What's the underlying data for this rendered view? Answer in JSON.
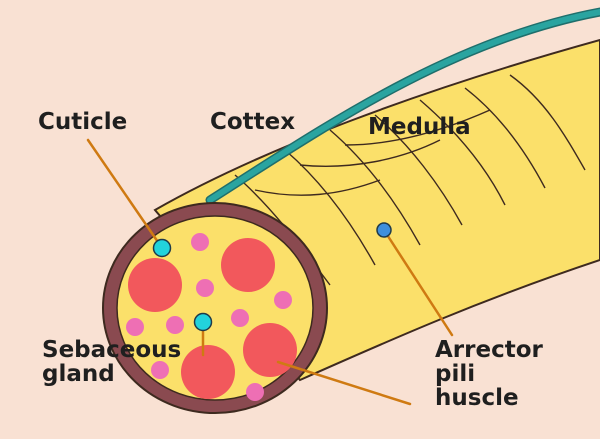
{
  "labels": {
    "cuticle": "Cuticle",
    "cortex": "Cottex",
    "medulla": "Medulla",
    "sebaceous_gland": {
      "line1": "Sebaceous",
      "line2": "gland"
    },
    "arrector_pili": {
      "line1": "Arrector",
      "line2": "pili",
      "line3": "huscle"
    }
  },
  "colors": {
    "background": "#f9e1d3",
    "hair_shaft": "#fbe06a",
    "hair_outline": "#3e2a1f",
    "cuticle_ring": "#8a4a50",
    "red_cells": "#f2585c",
    "pink_dots": "#ee6fb4",
    "cyan_markers": "#22d3dc",
    "blue_marker": "#3f8fdc",
    "leader_lines": "#cf7a12",
    "vessel": "#2aa4a0"
  }
}
